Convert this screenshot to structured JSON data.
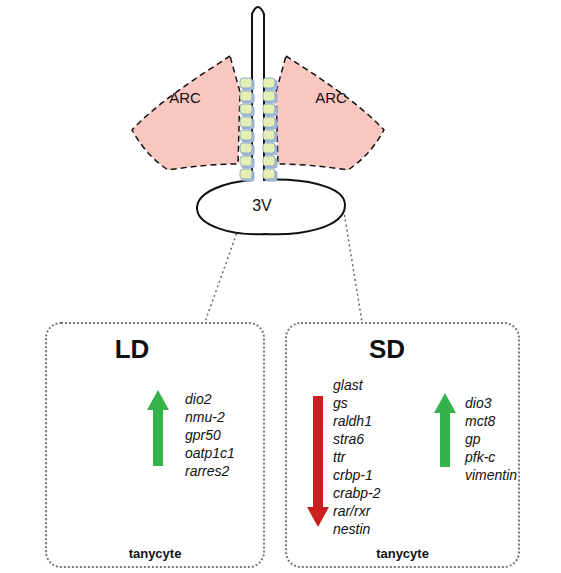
{
  "diagram": {
    "nodes": [
      {
        "text": [
          "ARC"
        ]
      },
      {
        "text": [
          "ARC"
        ]
      },
      {
        "text": [
          "3V"
        ]
      },
      {
        "text": [
          "LD",
          "dio2 nmu-2 gpr50 oatp1c1 rarres2",
          "tanycyte"
        ]
      },
      {
        "text": [
          "SD",
          "glast gs raldh1 stra6 ttr crbp-1 crabp-2 rar/rxr nestin",
          "dio3 mct8 gp pfk-c vimentin",
          "tanycyte"
        ]
      }
    ]
  }
}
